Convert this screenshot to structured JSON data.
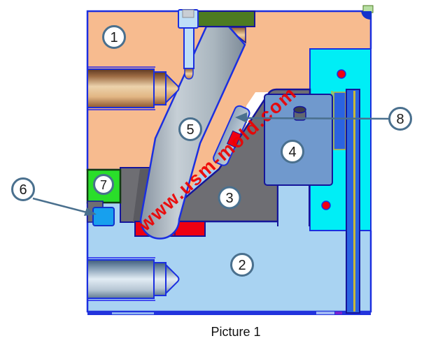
{
  "figure": {
    "caption": "Picture 1",
    "watermark": "www.usm-mold.com"
  },
  "callouts": [
    {
      "label": "1"
    },
    {
      "label": "2"
    },
    {
      "label": "3"
    },
    {
      "label": "4"
    },
    {
      "label": "5"
    },
    {
      "label": "6"
    },
    {
      "label": "7"
    },
    {
      "label": "8"
    }
  ],
  "colors": {
    "top_plate": "#f7bb8f",
    "bottom_plate": "#a9d3f2",
    "ejector_region": "#00eef6",
    "core_block": "#6e6e73",
    "slide_block": "#7099cd",
    "green_block": "#2ade2a",
    "top_green_bar": "#4d7b21",
    "red_insert": "#ee0011",
    "blue_insert": "#17a0ee",
    "outline": "#1b2fe0",
    "callout": "#4a708e",
    "watermark": "#ee0000"
  }
}
